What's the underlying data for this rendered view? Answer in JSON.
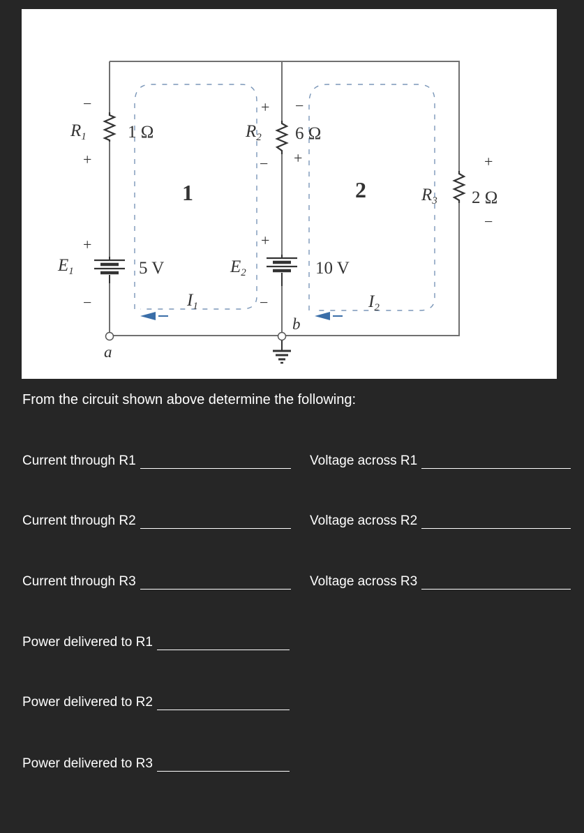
{
  "circuit": {
    "r1_name": "R",
    "r1_sub": "1",
    "r1_value": "1 Ω",
    "r2_name": "R",
    "r2_sub": "2",
    "r2_value": "6 Ω",
    "r3_name": "R",
    "r3_sub": "3",
    "r3_value": "2 Ω",
    "e1_name": "E",
    "e1_sub": "1",
    "e1_value": "5 V",
    "e2_name": "E",
    "e2_sub": "2",
    "e2_value": "10 V",
    "loop1_label": "1",
    "loop2_label": "2",
    "i1_name": "I",
    "i1_sub": "1",
    "i2_name": "I",
    "i2_sub": "2",
    "node_a": "a",
    "node_b": "b",
    "plus": "+",
    "minus": "−"
  },
  "intro": "From the circuit shown above determine the following:",
  "questions": {
    "current_r1": "Current through R1",
    "voltage_r1": "Voltage across R1",
    "current_r2": "Current through R2",
    "voltage_r2": "Voltage across R2",
    "current_r3": "Current through R3",
    "voltage_r3": "Voltage across R3",
    "power_r1": "Power delivered to R1",
    "power_r2": "Power delivered to R2",
    "power_r3": "Power delivered to R3"
  },
  "colors": {
    "loop_dash": "#7a96b8",
    "arrow": "#3a6ea8",
    "wire": "#707070"
  }
}
